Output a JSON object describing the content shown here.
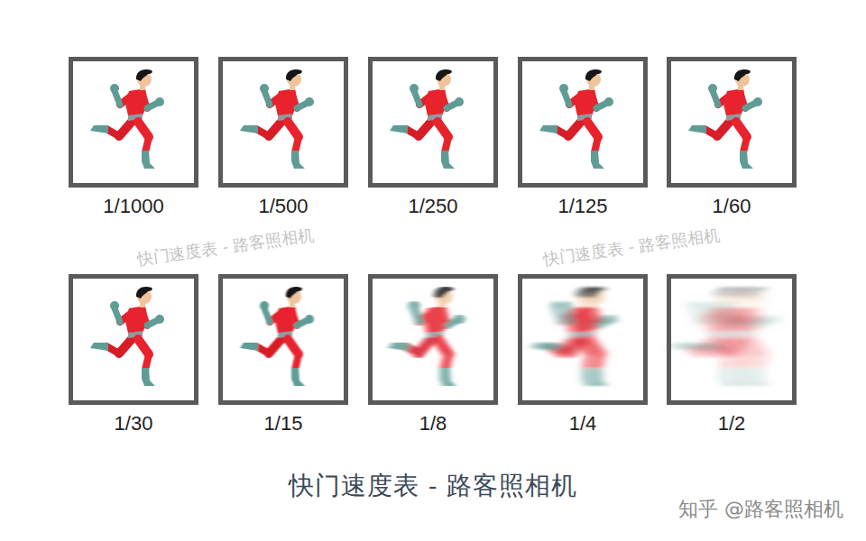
{
  "diagram": {
    "title": "快门速度表 - 路客照相机",
    "nodes": [
      {
        "text": [
          "1/1000"
        ]
      },
      {
        "text": [
          "1/500"
        ]
      },
      {
        "text": [
          "1/250"
        ]
      },
      {
        "text": [
          "1/125"
        ]
      },
      {
        "text": [
          "1/60"
        ]
      },
      {
        "text": [
          "1/30"
        ]
      },
      {
        "text": [
          "1/15"
        ]
      },
      {
        "text": [
          "1/8"
        ]
      },
      {
        "text": [
          "1/4"
        ]
      },
      {
        "text": [
          "1/2"
        ]
      }
    ],
    "labels": [
      "快门速度表 - 路客照相机",
      "快门速度表 - 路客照相机",
      "知乎 @路客照相机"
    ]
  }
}
